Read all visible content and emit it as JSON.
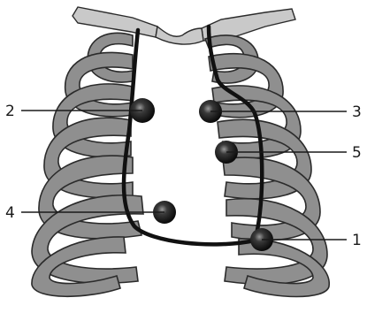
{
  "markers": [
    {
      "id": "1",
      "label": "1"
    },
    {
      "id": "2",
      "label": "2"
    },
    {
      "id": "3",
      "label": "3"
    },
    {
      "id": "4",
      "label": "4"
    },
    {
      "id": "5",
      "label": "5"
    }
  ]
}
